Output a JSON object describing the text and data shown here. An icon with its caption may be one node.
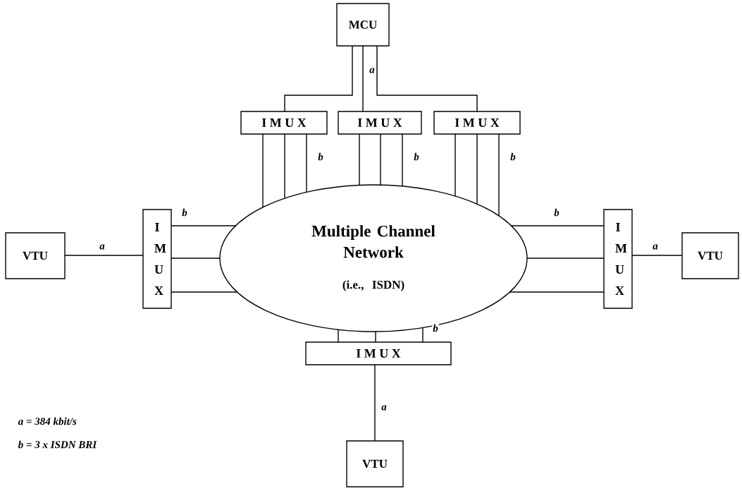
{
  "diagram": {
    "nodes": [
      {
        "text": [
          "MCU"
        ]
      },
      {
        "text": [
          "I M U X"
        ]
      },
      {
        "text": [
          "I M U X"
        ]
      },
      {
        "text": [
          "I M U X"
        ]
      },
      {
        "text": [
          "Multiple Channel Network",
          "(i.e., ISDN)"
        ]
      },
      {
        "text": [
          "VTU"
        ]
      },
      {
        "text": [
          "I M U X"
        ]
      },
      {
        "text": [
          "I M U X"
        ]
      },
      {
        "text": [
          "VTU"
        ]
      },
      {
        "text": [
          "I M U X"
        ]
      },
      {
        "text": [
          "VTU"
        ]
      }
    ],
    "edges": [
      {
        "from": 0,
        "to": 1,
        "arrow": "none"
      },
      {
        "from": 0,
        "to": 2,
        "arrow": "none",
        "label": "a"
      },
      {
        "from": 0,
        "to": 3,
        "arrow": "none"
      },
      {
        "from": 1,
        "to": 4,
        "arrow": "none"
      },
      {
        "from": 1,
        "to": 4,
        "arrow": "none"
      },
      {
        "from": 1,
        "to": 4,
        "arrow": "none",
        "label": "b"
      },
      {
        "from": 2,
        "to": 4,
        "arrow": "none"
      },
      {
        "from": 2,
        "to": 4,
        "arrow": "none"
      },
      {
        "from": 2,
        "to": 4,
        "arrow": "none",
        "label": "b"
      },
      {
        "from": 3,
        "to": 4,
        "arrow": "none"
      },
      {
        "from": 3,
        "to": 4,
        "arrow": "none"
      },
      {
        "from": 3,
        "to": 4,
        "arrow": "none",
        "label": "b"
      },
      {
        "from": 5,
        "to": 6,
        "arrow": "none",
        "label": "a"
      },
      {
        "from": 6,
        "to": 4,
        "arrow": "none",
        "label": "b"
      },
      {
        "from": 6,
        "to": 4,
        "arrow": "none"
      },
      {
        "from": 6,
        "to": 4,
        "arrow": "none"
      },
      {
        "from": 4,
        "to": 7,
        "arrow": "none",
        "label": "b"
      },
      {
        "from": 4,
        "to": 7,
        "arrow": "none"
      },
      {
        "from": 4,
        "to": 7,
        "arrow": "none"
      },
      {
        "from": 7,
        "to": 8,
        "arrow": "none",
        "label": "a"
      },
      {
        "from": 4,
        "to": 9,
        "arrow": "none"
      },
      {
        "from": 4,
        "to": 9,
        "arrow": "none"
      },
      {
        "from": 4,
        "to": 9,
        "arrow": "none",
        "label": "b"
      },
      {
        "from": 9,
        "to": 10,
        "arrow": "none",
        "label": "a"
      }
    ],
    "labels": [
      "a = 384 kbit/s",
      "b = 3 x ISDN BRI"
    ]
  }
}
